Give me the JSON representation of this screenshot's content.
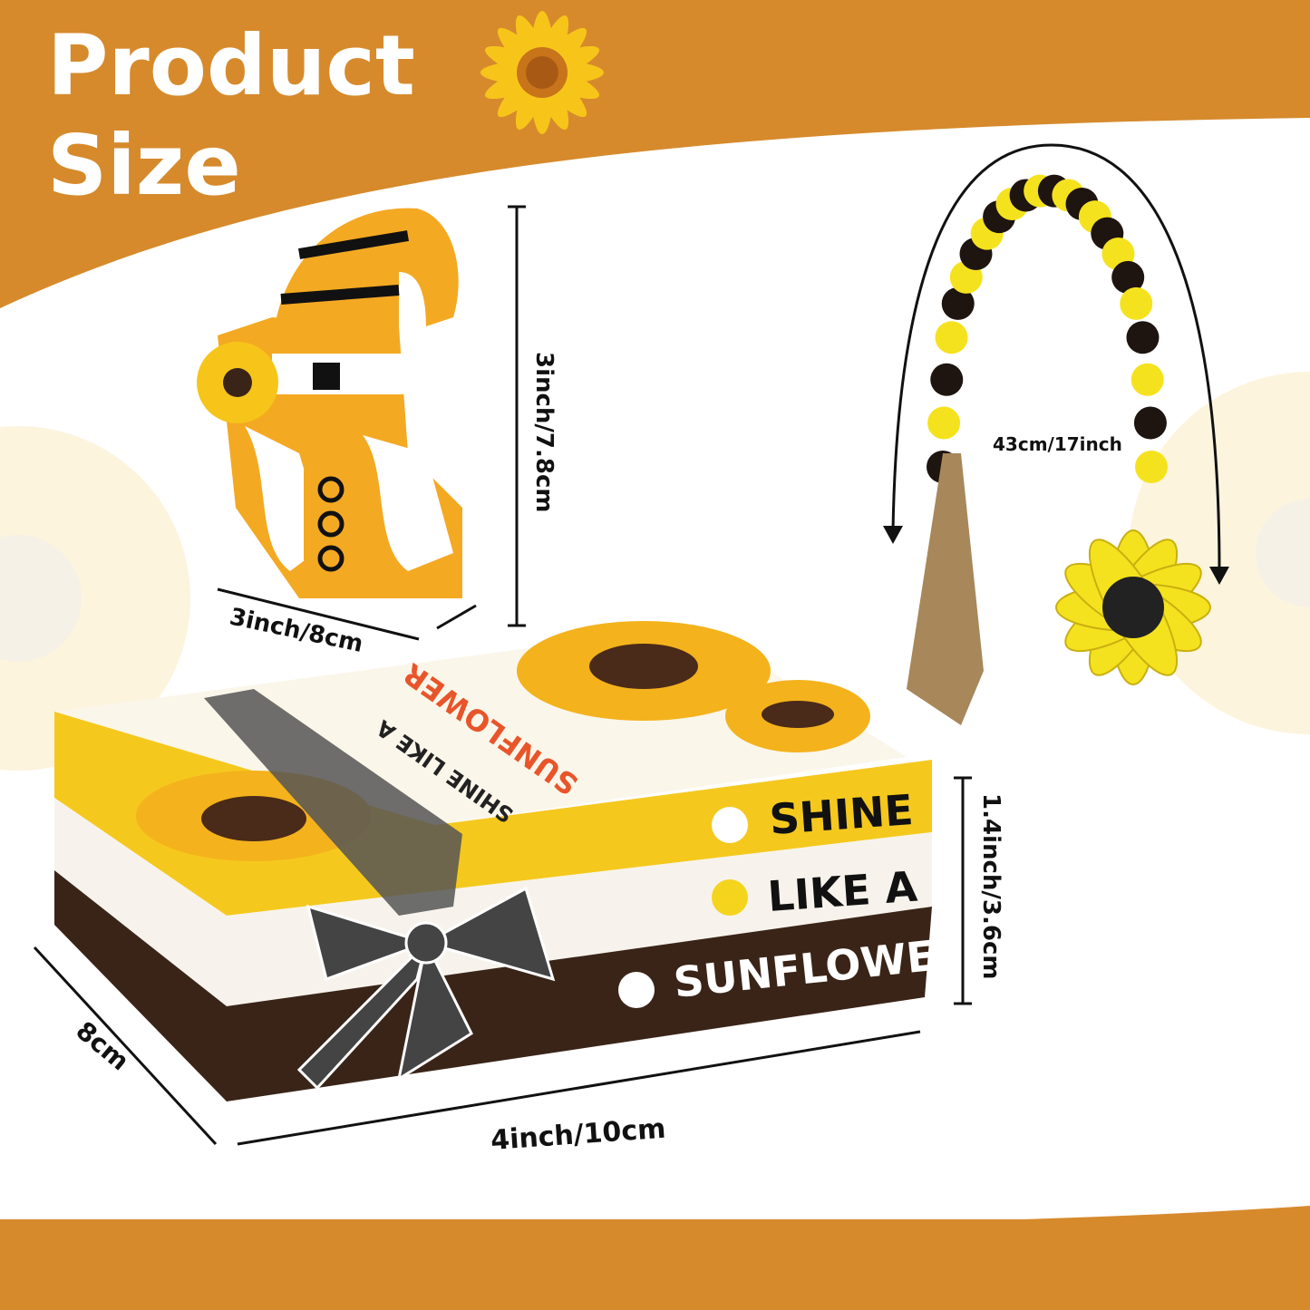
{
  "header": {
    "title_line1": "Product",
    "title_line2": "Size"
  },
  "gnome": {
    "height_label": "3inch/7.8cm",
    "width_label": "3inch/8cm"
  },
  "bead_garland": {
    "length_label": "43cm/17inch"
  },
  "books": {
    "depth_label": "8cm",
    "width_label": "4inch/10cm",
    "height_label": "1.4inch/3.6cm",
    "spine_texts": [
      "SHINE",
      "LIKE A",
      "SUNFLOWER"
    ],
    "cover_text_line1": "SUNFLOWER",
    "cover_text_line2": "SHINE LIKE A"
  },
  "colors": {
    "background": "#D68A2C",
    "yellow": "#F5C81E",
    "brown": "#3A2418",
    "white": "#FFFFFF"
  }
}
